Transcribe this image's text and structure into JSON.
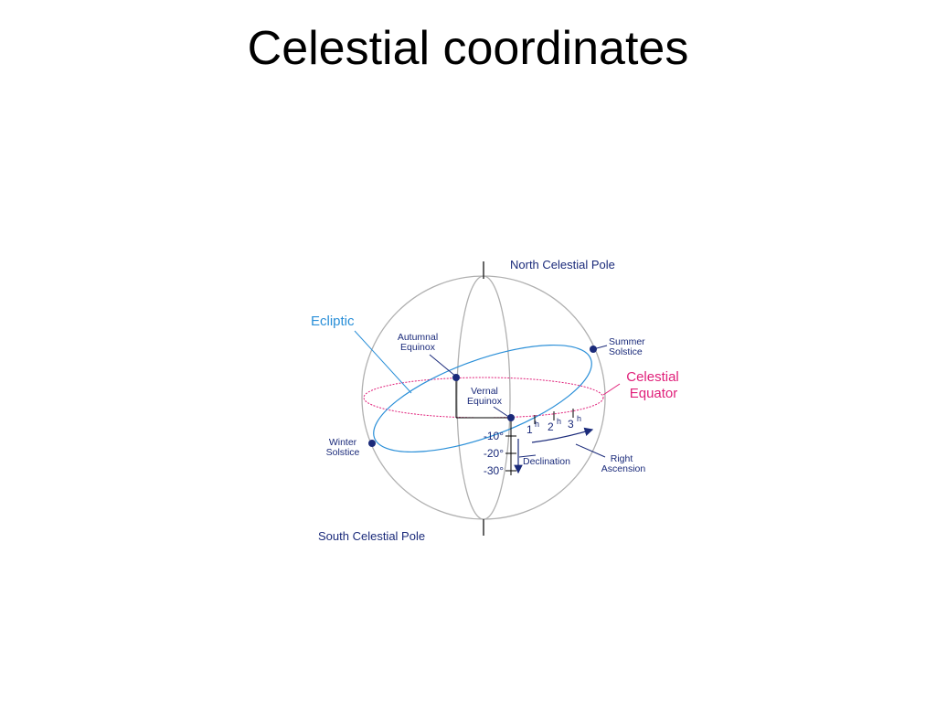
{
  "slide": {
    "title": "Celestial coordinates"
  },
  "diagram": {
    "labels": {
      "north_pole": "North Celestial Pole",
      "south_pole": "South Celestial Pole",
      "ecliptic": "Ecliptic",
      "autumnal_1": "Autumnal",
      "autumnal_2": "Equinox",
      "summer_1": "Summer",
      "summer_2": "Solstice",
      "celestial_1": "Celestial",
      "celestial_2": "Equator",
      "vernal_1": "Vernal",
      "vernal_2": "Equinox",
      "winter_1": "Winter",
      "winter_2": "Solstice",
      "dec_10": "-10°",
      "dec_20": "-20°",
      "dec_30": "-30°",
      "ra_1": "1",
      "ra_2": "2",
      "ra_3": "3",
      "ra_h": "h",
      "declination": "Declination",
      "right_1": "Right",
      "right_2": "Ascension"
    },
    "colors": {
      "navy": "#1a2a7a",
      "ecliptic_blue": "#2a8fd8",
      "equator_pink": "#e0207a",
      "sphere_grey": "#b0b0b0"
    }
  }
}
